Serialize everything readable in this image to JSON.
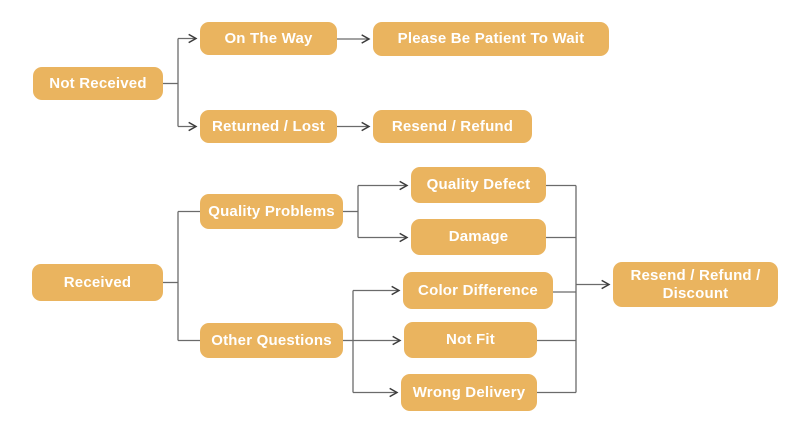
{
  "diagram": {
    "type": "flowchart",
    "background_color": "#ffffff",
    "node_fill_color": "#eab45f",
    "node_text_color": "#ffffff",
    "line_color": "#6b6b6b",
    "arrowhead_color": "#3a3a3a",
    "nodes": {
      "not_received": {
        "label": "Not Received"
      },
      "on_the_way": {
        "label": "On The Way"
      },
      "please_wait": {
        "label": "Please Be Patient To Wait"
      },
      "returned_lost": {
        "label": "Returned / Lost"
      },
      "resend_refund": {
        "label": "Resend / Refund"
      },
      "received": {
        "label": "Received"
      },
      "quality_problems": {
        "label": "Quality Problems"
      },
      "other_questions": {
        "label": "Other Questions"
      },
      "quality_defect": {
        "label": "Quality Defect"
      },
      "damage": {
        "label": "Damage"
      },
      "color_difference": {
        "label": "Color Difference"
      },
      "not_fit": {
        "label": "Not Fit"
      },
      "wrong_delivery": {
        "label": "Wrong Delivery"
      },
      "resend_refund_discount": {
        "label": "Resend / Refund / Discount"
      }
    },
    "edges": [
      {
        "from": "not_received",
        "to": "on_the_way",
        "arrowhead": true
      },
      {
        "from": "not_received",
        "to": "returned_lost",
        "arrowhead": true
      },
      {
        "from": "on_the_way",
        "to": "please_wait",
        "arrowhead": true
      },
      {
        "from": "returned_lost",
        "to": "resend_refund",
        "arrowhead": true
      },
      {
        "from": "received",
        "to": "quality_problems",
        "arrowhead": false
      },
      {
        "from": "received",
        "to": "other_questions",
        "arrowhead": false
      },
      {
        "from": "quality_problems",
        "to": "quality_defect",
        "arrowhead": true
      },
      {
        "from": "quality_problems",
        "to": "damage",
        "arrowhead": true
      },
      {
        "from": "other_questions",
        "to": "color_difference",
        "arrowhead": true
      },
      {
        "from": "other_questions",
        "to": "not_fit",
        "arrowhead": true
      },
      {
        "from": "other_questions",
        "to": "wrong_delivery",
        "arrowhead": true
      },
      {
        "from": "quality_defect",
        "to": "resend_refund_discount",
        "arrowhead": true
      },
      {
        "from": "damage",
        "to": "resend_refund_discount",
        "arrowhead": true
      },
      {
        "from": "color_difference",
        "to": "resend_refund_discount",
        "arrowhead": true
      },
      {
        "from": "not_fit",
        "to": "resend_refund_discount",
        "arrowhead": true
      },
      {
        "from": "wrong_delivery",
        "to": "resend_refund_discount",
        "arrowhead": true
      }
    ]
  }
}
